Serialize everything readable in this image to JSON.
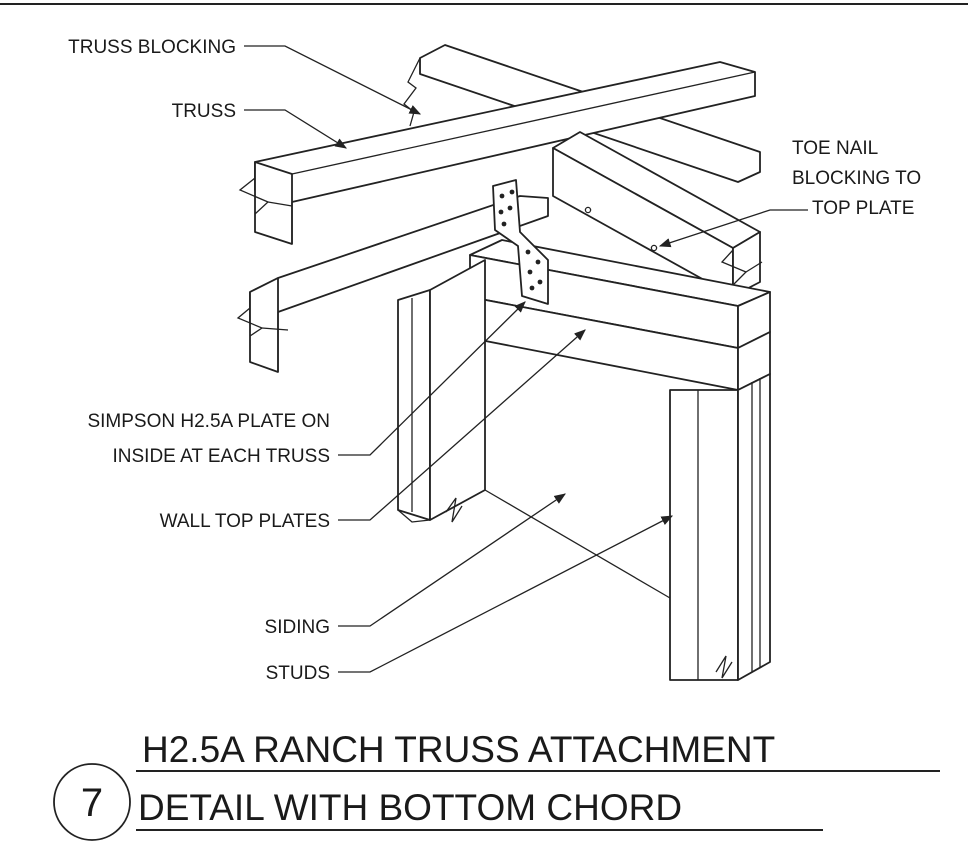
{
  "labels": {
    "truss_blocking": "TRUSS BLOCKING",
    "truss": "TRUSS",
    "toe_nail_line1": "TOE NAIL",
    "toe_nail_line2": "BLOCKING TO",
    "toe_nail_line3": "TOP PLATE",
    "simpson_line1": "SIMPSON H2.5A PLATE ON",
    "simpson_line2": "INSIDE AT EACH TRUSS",
    "wall_top_plates": "WALL TOP PLATES",
    "siding": "SIDING",
    "studs": "STUDS"
  },
  "title": {
    "line1": "H2.5A RANCH TRUSS ATTACHMENT",
    "line2": "DETAIL WITH BOTTOM CHORD",
    "detail_number": "7"
  }
}
